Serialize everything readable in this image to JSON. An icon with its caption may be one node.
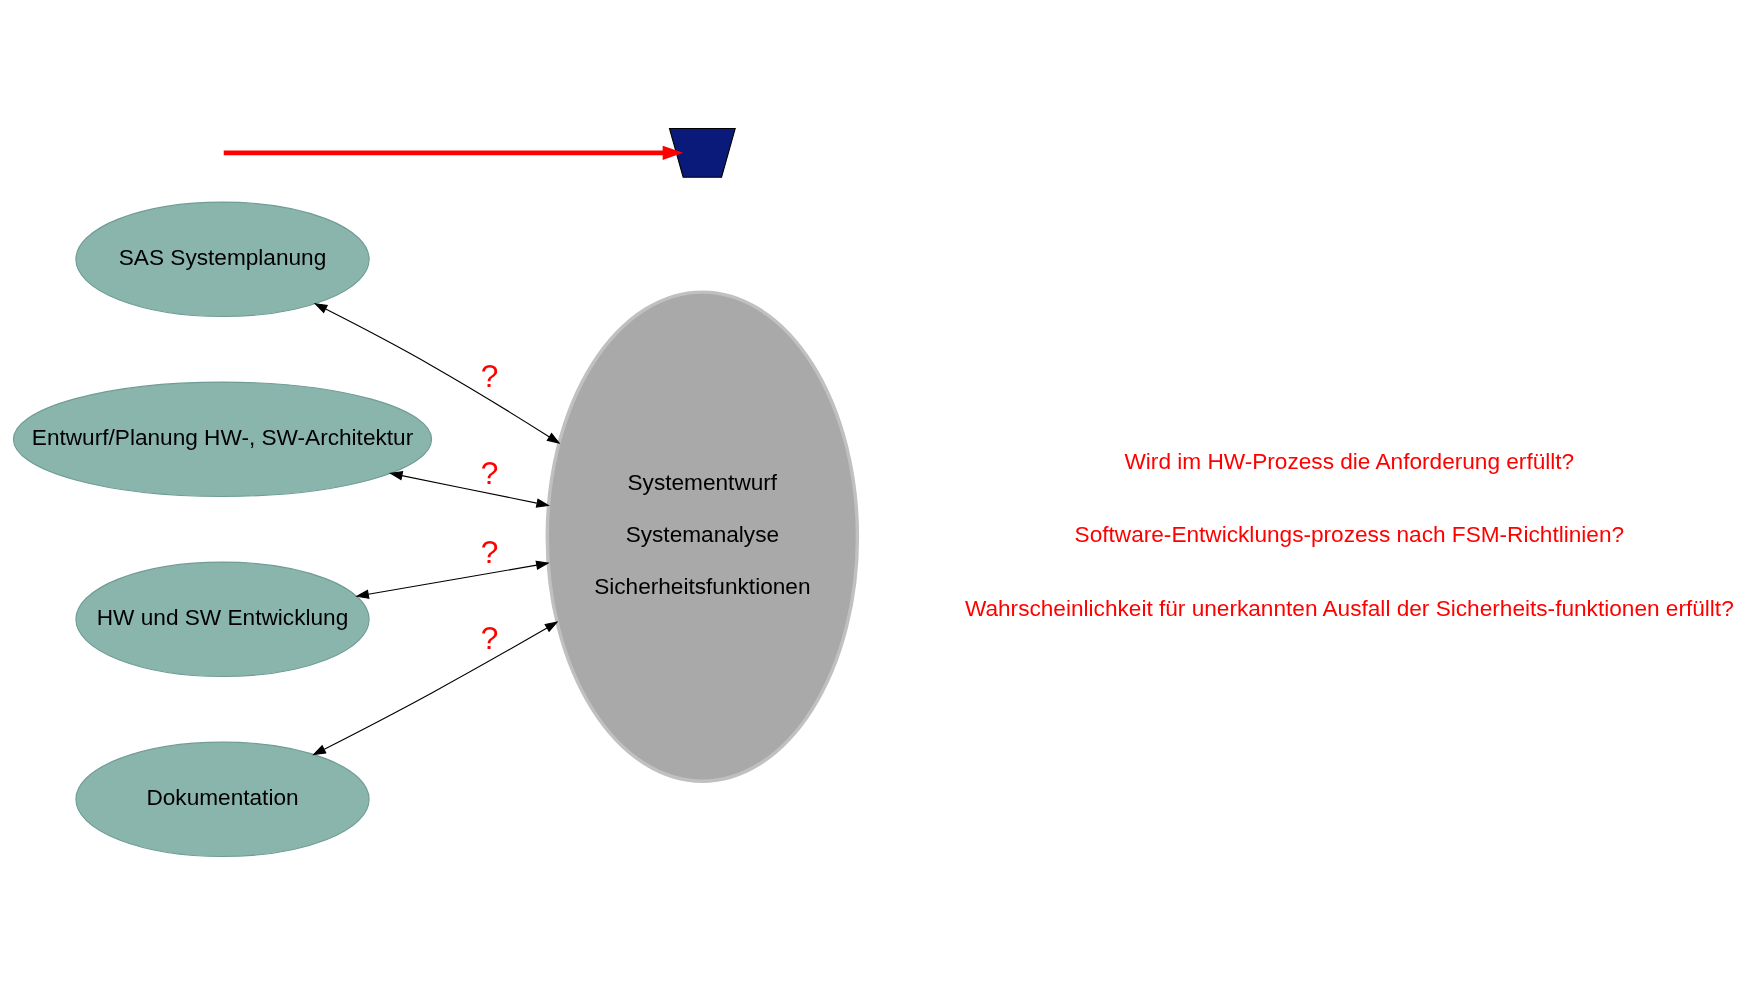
{
  "diagram": {
    "nodes": [
      {
        "text": [
          "SAS Systemplanung"
        ]
      },
      {
        "text": [
          "Entwurf/Planung HW-, SW-Architektur"
        ]
      },
      {
        "text": [
          "HW und SW Entwicklung"
        ]
      },
      {
        "text": [
          "Dokumentation"
        ]
      },
      {
        "text": [
          "Systementwurf",
          "Systemanalyse",
          "Sicherheitsfunktionen"
        ]
      },
      {
        "text": [],
        "shape": "trapezoid"
      }
    ],
    "edges": [
      {
        "from": 0,
        "to": 4,
        "arrow": "both",
        "label": "?"
      },
      {
        "from": 1,
        "to": 4,
        "arrow": "both",
        "label": "?"
      },
      {
        "from": 2,
        "to": 4,
        "arrow": "both",
        "label": "?"
      },
      {
        "from": 3,
        "to": 4,
        "arrow": "both",
        "label": "?"
      },
      {
        "from": null,
        "to": 5,
        "arrow": "to",
        "style": "thick",
        "color": "#ff0000"
      }
    ],
    "labels": [
      "Wird im HW-Prozess die Anforderung erfüllt?",
      "Software-Entwicklungs-prozess nach FSM-Richtlinien?",
      "Wahrscheinlichkeit für unerkannten Ausfall der Sicherheits-funktionen erfüllt?"
    ]
  }
}
